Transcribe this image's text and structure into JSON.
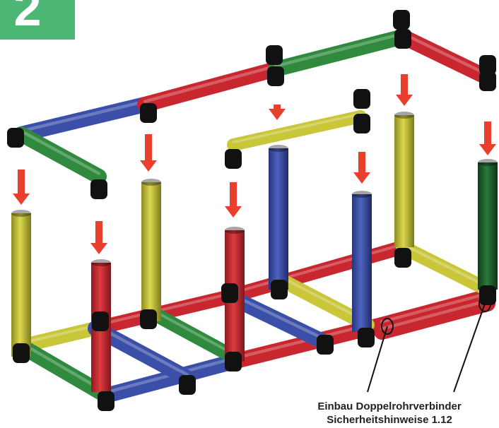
{
  "step_badge": {
    "number": "2",
    "color": "#4cb675"
  },
  "callout": {
    "line1": "Einbau Doppelrohrverbinder",
    "line2": "Sicherheitshinweise 1.12"
  },
  "colors": {
    "blue": "#3b4fa8",
    "red": "#c8272f",
    "green": "#2f8a3e",
    "yellow": "#c9c63a",
    "dark_green": "#1f5b2b",
    "connector": "#111111",
    "arrow": "#e8402d"
  }
}
